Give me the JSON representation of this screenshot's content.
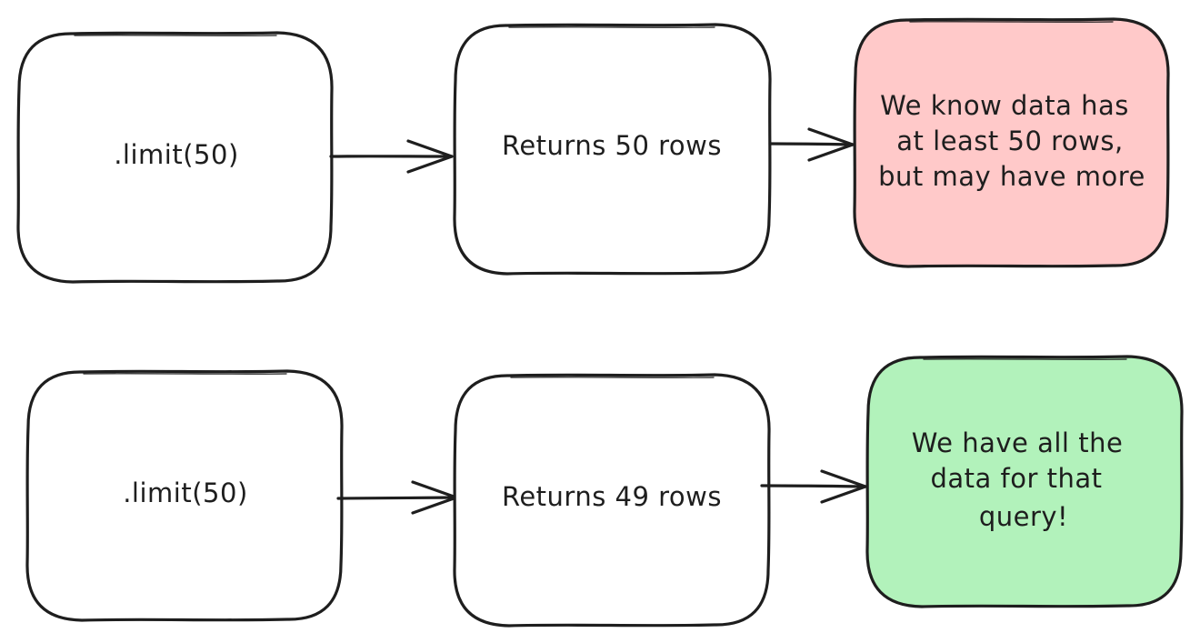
{
  "diagram": {
    "rows": [
      {
        "query": ".limit(50)",
        "result": "Returns 50 rows",
        "conclusion": {
          "lines": [
            "We know data has",
            "at least 50 rows,",
            "but may have more"
          ],
          "color": "#ffc9c9"
        }
      },
      {
        "query": ".limit(50)",
        "result": "Returns 49 rows",
        "conclusion": {
          "lines": [
            "We have all the",
            "data for that",
            "query!"
          ],
          "color": "#b2f2bb"
        }
      }
    ],
    "stroke_color": "#1e1e1e"
  }
}
